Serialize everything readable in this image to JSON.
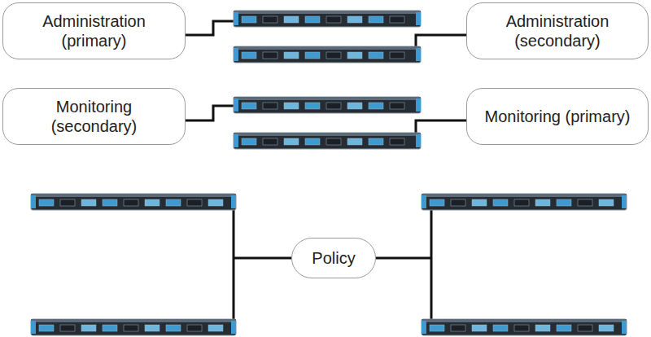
{
  "diagram": {
    "nodes": [
      {
        "text": [
          "Administration (primary)"
        ]
      },
      {
        "text": [
          "Administration (secondary)"
        ]
      },
      {
        "text": [
          "Monitoring (secondary)"
        ]
      },
      {
        "text": [
          "Monitoring (primary)"
        ]
      },
      {
        "text": [
          "Policy"
        ]
      }
    ]
  }
}
